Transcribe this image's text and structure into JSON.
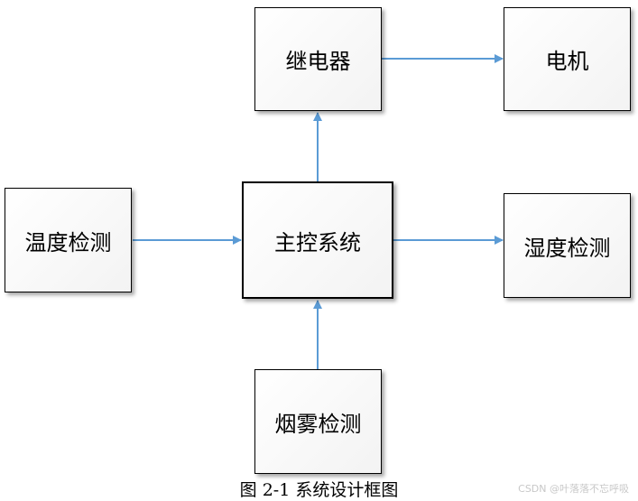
{
  "nodes": {
    "relay": "继电器",
    "motor": "电机",
    "temperature": "温度检测",
    "main_control": "主控系统",
    "humidity": "湿度检测",
    "smoke": "烟雾检测"
  },
  "caption": "图 2-1  系统设计框图",
  "watermark": "CSDN @叶落落不忘呼吸",
  "colors": {
    "arrow": "#5b9bd5",
    "border": "#000000"
  }
}
